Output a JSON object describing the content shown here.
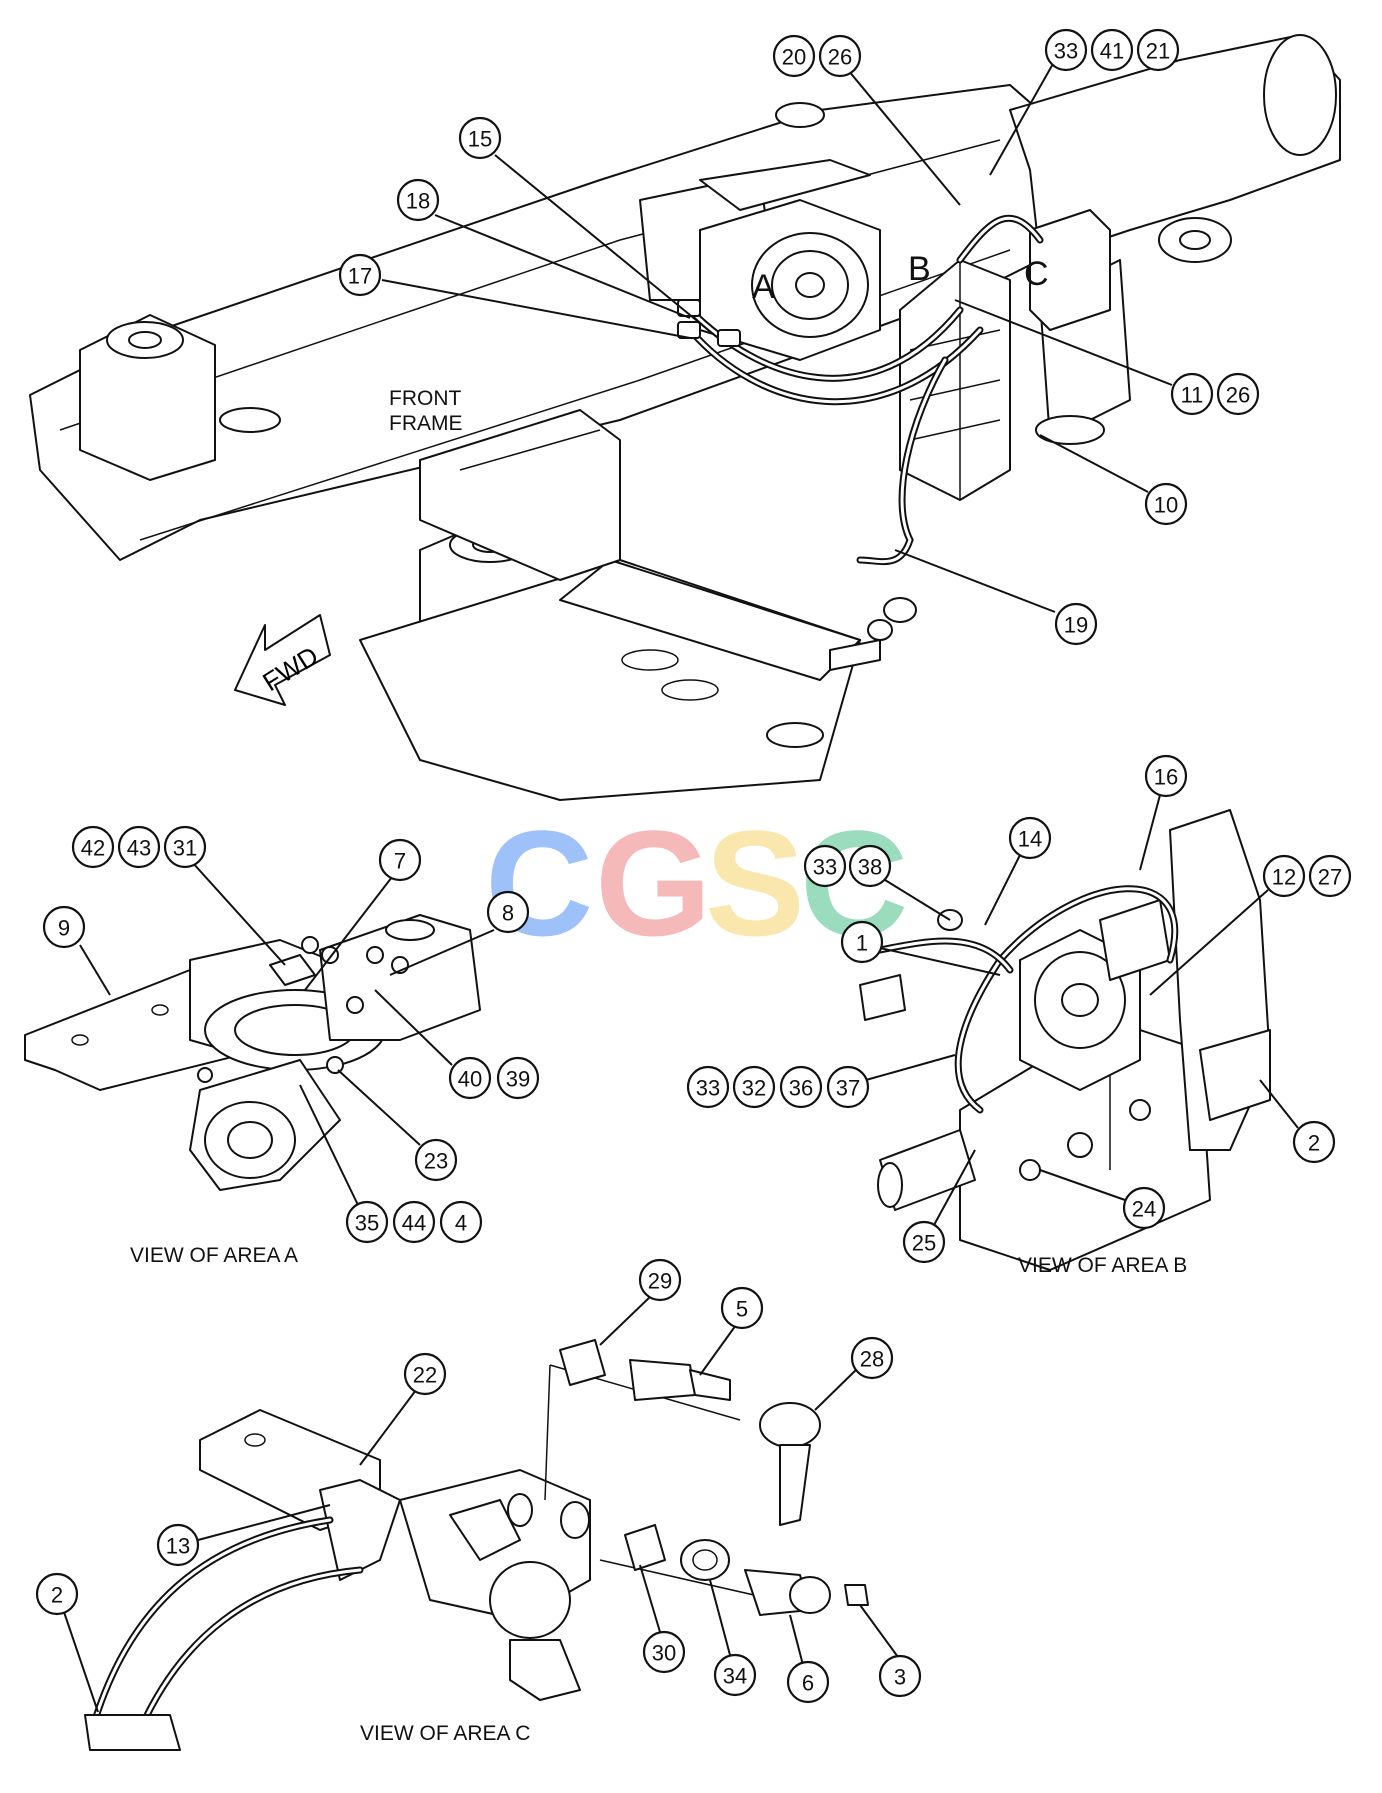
{
  "labels": {
    "front_frame_line1": "FRONT",
    "front_frame_line2": "FRAME",
    "fwd": "FWD",
    "area_a": "A",
    "area_b": "B",
    "area_c": "C",
    "view_a": "VIEW OF AREA A",
    "view_b": "VIEW OF AREA B",
    "view_c": "VIEW OF AREA C"
  },
  "watermark": {
    "letters": [
      "C",
      "G",
      "S",
      "C"
    ],
    "colors": [
      "#4f8ff7",
      "#f08080",
      "#f7d56b",
      "#4bbf8a"
    ]
  },
  "callouts": {
    "main": [
      "20",
      "26",
      "33",
      "41",
      "21",
      "15",
      "18",
      "17",
      "11",
      "26",
      "10",
      "19"
    ],
    "area_a": [
      "42",
      "43",
      "31",
      "7",
      "8",
      "9",
      "40",
      "39",
      "23",
      "35",
      "44",
      "4"
    ],
    "area_b": [
      "16",
      "14",
      "33",
      "38",
      "12",
      "27",
      "1",
      "33",
      "32",
      "36",
      "37",
      "2",
      "24",
      "25"
    ],
    "area_c": [
      "29",
      "5",
      "28",
      "22",
      "13",
      "2",
      "30",
      "34",
      "6",
      "3"
    ]
  },
  "colors": {
    "line": "#111111",
    "background": "#ffffff"
  }
}
